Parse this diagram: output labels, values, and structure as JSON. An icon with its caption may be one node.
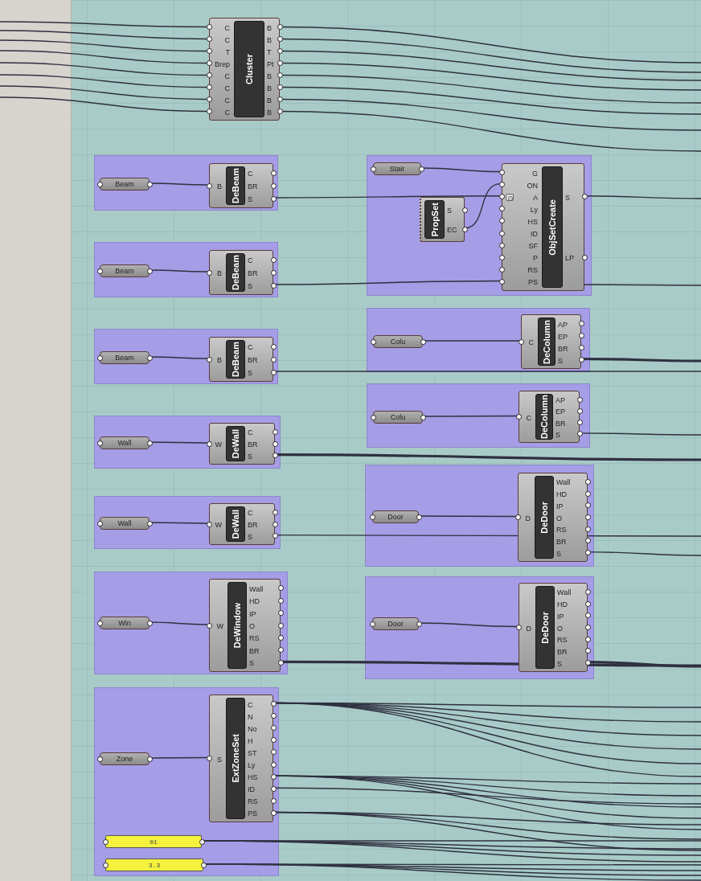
{
  "diagram": {
    "nodes": [
      {
        "text": [
          "C",
          "C",
          "T",
          "Brep",
          "C",
          "C",
          "C",
          "C",
          "Cluster",
          "B",
          "B",
          "T",
          "Pt",
          "B",
          "B",
          "B",
          "B"
        ]
      },
      {
        "text": [],
        "shape": "box"
      },
      {
        "text": [
          "Beam"
        ],
        "in": 1
      },
      {
        "text": [
          "B",
          "DeBeam",
          "C",
          "BR",
          "S"
        ],
        "in": 1
      },
      {
        "text": [],
        "shape": "box"
      },
      {
        "text": [
          "Beam"
        ],
        "in": 4
      },
      {
        "text": [
          "B",
          "DeBeam",
          "C",
          "BR",
          "S"
        ],
        "in": 4
      },
      {
        "text": [],
        "shape": "box"
      },
      {
        "text": [
          "Beam"
        ],
        "in": 7
      },
      {
        "text": [
          "B",
          "DeBeam",
          "C",
          "BR",
          "S"
        ],
        "in": 7
      },
      {
        "text": [],
        "shape": "box"
      },
      {
        "text": [
          "Wall"
        ],
        "in": 10
      },
      {
        "text": [
          "W",
          "DeWall",
          "C",
          "BR",
          "S"
        ],
        "in": 10
      },
      {
        "text": [],
        "shape": "box"
      },
      {
        "text": [
          "Wall"
        ],
        "in": 13
      },
      {
        "text": [
          "W",
          "DeWall",
          "C",
          "BR",
          "S"
        ],
        "in": 13
      },
      {
        "text": [],
        "shape": "box"
      },
      {
        "text": [
          "Win"
        ],
        "in": 16
      },
      {
        "text": [
          "W",
          "DeWindow",
          "Wall",
          "HD",
          "IP",
          "O",
          "RS",
          "BR",
          "S"
        ],
        "in": 16
      },
      {
        "text": [],
        "shape": "box"
      },
      {
        "text": [
          "Zone"
        ],
        "in": 19
      },
      {
        "text": [
          "S",
          "ExtZoneSet",
          "C",
          "N",
          "No",
          "H",
          "ST",
          "Ly",
          "HS",
          "ID",
          "RS",
          "PS"
        ],
        "in": 19
      },
      {
        "text": [
          "01"
        ],
        "in": 19
      },
      {
        "text": [
          "3.3"
        ],
        "in": 19
      },
      {
        "text": [],
        "shape": "box"
      },
      {
        "text": [
          "Stair"
        ],
        "in": 24
      },
      {
        "text": [
          "PropSet",
          "S",
          "EC"
        ],
        "in": 24
      },
      {
        "text": [
          "G",
          "ON",
          "A",
          "Ly",
          "HS",
          "ID",
          "SF",
          "P",
          "RS",
          "PS",
          "ObjSetCreate",
          "S",
          "LP"
        ],
        "in": 24
      },
      {
        "text": [],
        "shape": "box"
      },
      {
        "text": [
          "Colu"
        ],
        "in": 28
      },
      {
        "text": [
          "C",
          "DeColumn",
          "AP",
          "EP",
          "BR",
          "S"
        ],
        "in": 28
      },
      {
        "text": [],
        "shape": "box"
      },
      {
        "text": [
          "Colu"
        ],
        "in": 31
      },
      {
        "text": [
          "C",
          "DeColumn",
          "AP",
          "EP",
          "BR",
          "S"
        ],
        "in": 31
      },
      {
        "text": [],
        "shape": "box"
      },
      {
        "text": [
          "Door"
        ],
        "in": 34
      },
      {
        "text": [
          "D",
          "DeDoor",
          "Wall",
          "HD",
          "IP",
          "O",
          "RS",
          "BR",
          "S"
        ],
        "in": 34
      },
      {
        "text": [],
        "shape": "box"
      },
      {
        "text": [
          "Door"
        ],
        "in": 37
      },
      {
        "text": [
          "D",
          "DeDoor",
          "Wall",
          "HD",
          "IP",
          "O",
          "RS",
          "BR",
          "S"
        ],
        "in": 37
      }
    ],
    "edges": [
      {
        "from": null,
        "to": 0,
        "arrow": "none"
      },
      {
        "from": null,
        "to": 0,
        "arrow": "none"
      },
      {
        "from": null,
        "to": 0,
        "arrow": "none"
      },
      {
        "from": null,
        "to": 0,
        "arrow": "none"
      },
      {
        "from": null,
        "to": 0,
        "arrow": "none"
      },
      {
        "from": null,
        "to": 0,
        "arrow": "none"
      },
      {
        "from": null,
        "to": 0,
        "arrow": "none"
      },
      {
        "from": null,
        "to": 0,
        "arrow": "none"
      },
      {
        "from": 0,
        "to": null,
        "arrow": "none"
      },
      {
        "from": 0,
        "to": null,
        "arrow": "none"
      },
      {
        "from": 0,
        "to": null,
        "arrow": "none"
      },
      {
        "from": 0,
        "to": null,
        "arrow": "none"
      },
      {
        "from": 0,
        "to": null,
        "arrow": "none"
      },
      {
        "from": 0,
        "to": null,
        "arrow": "none"
      },
      {
        "from": 0,
        "to": null,
        "arrow": "none"
      },
      {
        "from": 0,
        "to": null,
        "arrow": "none"
      },
      {
        "from": 2,
        "to": 3,
        "arrow": "none"
      },
      {
        "from": 5,
        "to": 6,
        "arrow": "none"
      },
      {
        "from": 8,
        "to": 9,
        "arrow": "none"
      },
      {
        "from": 11,
        "to": 12,
        "arrow": "none"
      },
      {
        "from": 14,
        "to": 15,
        "arrow": "none"
      },
      {
        "from": 17,
        "to": 18,
        "arrow": "none"
      },
      {
        "from": 20,
        "to": 21,
        "arrow": "none"
      },
      {
        "from": 25,
        "to": 27,
        "arrow": "none"
      },
      {
        "from": 26,
        "to": 27,
        "arrow": "none"
      },
      {
        "from": 3,
        "to": 27,
        "arrow": "none"
      },
      {
        "from": 6,
        "to": 27,
        "arrow": "none"
      },
      {
        "from": 9,
        "to": null,
        "arrow": "none"
      },
      {
        "from": 12,
        "to": null,
        "arrow": "none",
        "style": "thick"
      },
      {
        "from": 15,
        "to": null,
        "arrow": "none"
      },
      {
        "from": 18,
        "to": null,
        "arrow": "none",
        "style": "thick"
      },
      {
        "from": 27,
        "to": null,
        "arrow": "none"
      },
      {
        "from": 27,
        "to": null,
        "arrow": "none"
      },
      {
        "from": 29,
        "to": 30,
        "arrow": "none"
      },
      {
        "from": 30,
        "to": null,
        "arrow": "none",
        "style": "thick"
      },
      {
        "from": 32,
        "to": 33,
        "arrow": "none"
      },
      {
        "from": 33,
        "to": null,
        "arrow": "none"
      },
      {
        "from": 35,
        "to": 36,
        "arrow": "none"
      },
      {
        "from": 36,
        "to": null,
        "arrow": "none"
      },
      {
        "from": 38,
        "to": 39,
        "arrow": "none"
      },
      {
        "from": 39,
        "to": null,
        "arrow": "none",
        "style": "thick"
      },
      {
        "from": 21,
        "to": null,
        "arrow": "none"
      },
      {
        "from": 21,
        "to": null,
        "arrow": "none"
      },
      {
        "from": 21,
        "to": null,
        "arrow": "none"
      },
      {
        "from": 21,
        "to": null,
        "arrow": "none"
      },
      {
        "from": 21,
        "to": null,
        "arrow": "none"
      },
      {
        "from": 21,
        "to": null,
        "arrow": "none"
      },
      {
        "from": 21,
        "to": null,
        "arrow": "none"
      },
      {
        "from": 21,
        "to": null,
        "arrow": "none"
      },
      {
        "from": 21,
        "to": null,
        "arrow": "none"
      },
      {
        "from": 21,
        "to": null,
        "arrow": "none"
      },
      {
        "from": 21,
        "to": null,
        "arrow": "none"
      },
      {
        "from": 21,
        "to": null,
        "arrow": "none"
      },
      {
        "from": 21,
        "to": null,
        "arrow": "none"
      },
      {
        "from": 21,
        "to": null,
        "arrow": "none"
      },
      {
        "from": 21,
        "to": null,
        "arrow": "none"
      },
      {
        "from": 22,
        "to": null,
        "arrow": "none"
      },
      {
        "from": 22,
        "to": null,
        "arrow": "none"
      },
      {
        "from": 22,
        "to": null,
        "arrow": "none"
      },
      {
        "from": 22,
        "to": null,
        "arrow": "none"
      },
      {
        "from": 23,
        "to": null,
        "arrow": "none"
      },
      {
        "from": 23,
        "to": null,
        "arrow": "none"
      },
      {
        "from": 23,
        "to": null,
        "arrow": "none"
      },
      {
        "from": 23,
        "to": null,
        "arrow": "none"
      }
    ]
  }
}
